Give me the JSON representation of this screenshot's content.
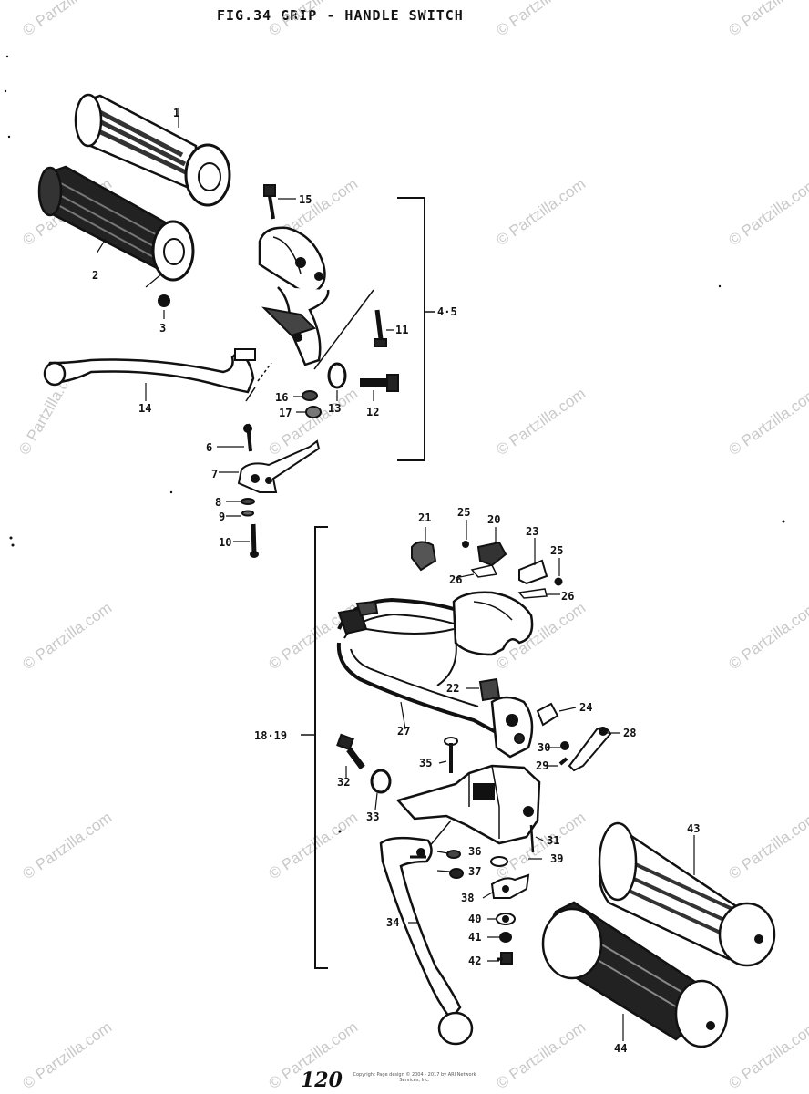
{
  "header": {
    "title": "FIG.34 GRIP - HANDLE SWITCH"
  },
  "footer": {
    "page_number": "120",
    "copyright": "Copyright Page design © 2004 - 2017 by ARI Network Services, Inc."
  },
  "watermark": {
    "text": "© Partzilla.com"
  },
  "callouts": {
    "c1": "1",
    "c2": "2",
    "c3": "3",
    "c4_5": "4·5",
    "c6": "6",
    "c7": "7",
    "c8": "8",
    "c9": "9",
    "c10": "10",
    "c11": "11",
    "c12": "12",
    "c13": "13",
    "c14": "14",
    "c15": "15",
    "c16": "16",
    "c17": "17",
    "c18_19": "18·19",
    "c20": "20",
    "c21": "21",
    "c22": "22",
    "c23": "23",
    "c24": "24",
    "c25a": "25",
    "c25b": "25",
    "c26a": "26",
    "c26b": "26",
    "c27": "27",
    "c28": "28",
    "c29": "29",
    "c30": "30",
    "c31": "31",
    "c32": "32",
    "c33": "33",
    "c34": "34",
    "c35": "35",
    "c36": "36",
    "c37": "37",
    "c38": "38",
    "c39": "39",
    "c40": "40",
    "c41": "41",
    "c42": "42",
    "c43": "43",
    "c44": "44"
  },
  "colors": {
    "ink": "#111111",
    "watermark": "#c9c9c9",
    "background": "#ffffff"
  }
}
